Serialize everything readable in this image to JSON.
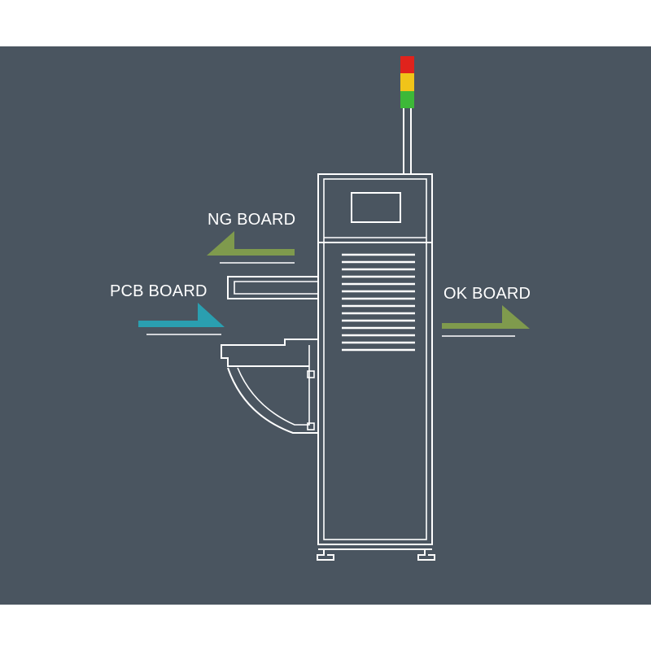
{
  "labels": {
    "ng_board": "NG BOARD",
    "pcb_board": "PCB BOARD",
    "ok_board": "OK BOARD"
  },
  "colors": {
    "background": "#4a5560",
    "line": "#ffffff",
    "arrow_green": "#7f9a4d",
    "arrow_teal": "#2a9fb0",
    "light_red": "#e0231c",
    "light_yellow": "#f0c419",
    "light_green": "#3db838"
  }
}
